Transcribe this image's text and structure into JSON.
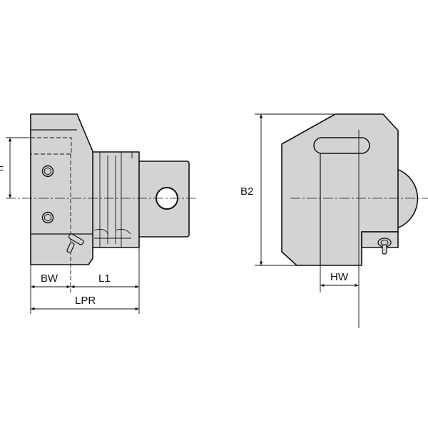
{
  "dimensions": {
    "f": "F",
    "bw": "BW",
    "l1": "L1",
    "lpr": "LPR",
    "b2": "B2",
    "hw": "HW"
  },
  "colors": {
    "body_fill": "#d3d3d3",
    "line": "#111111"
  }
}
